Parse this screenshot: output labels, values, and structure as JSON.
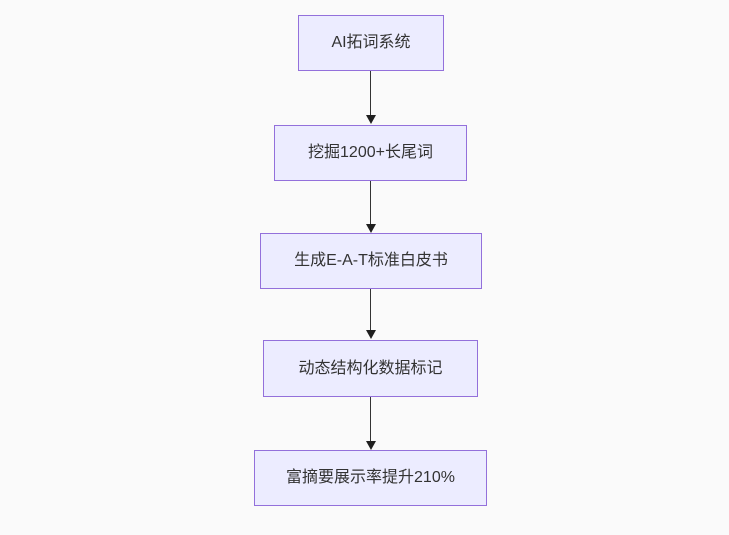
{
  "flowchart": {
    "type": "flowchart",
    "direction": "top-down",
    "background_color": "#fafafa",
    "node_fill_color": "#ECECFF",
    "node_border_color": "#9370DB",
    "node_text_color": "#333333",
    "arrow_color": "#333333",
    "nodes": [
      {
        "id": "n0",
        "label": "AI拓词系统"
      },
      {
        "id": "n1",
        "label": "挖掘1200+长尾词"
      },
      {
        "id": "n2",
        "label": "生成E-A-T标准白皮书"
      },
      {
        "id": "n3",
        "label": "动态结构化数据标记"
      },
      {
        "id": "n4",
        "label": "富摘要展示率提升210%"
      }
    ],
    "connections": [
      {
        "from": "n0",
        "to": "n1"
      },
      {
        "from": "n1",
        "to": "n2"
      },
      {
        "from": "n2",
        "to": "n3"
      },
      {
        "from": "n3",
        "to": "n4"
      }
    ]
  }
}
